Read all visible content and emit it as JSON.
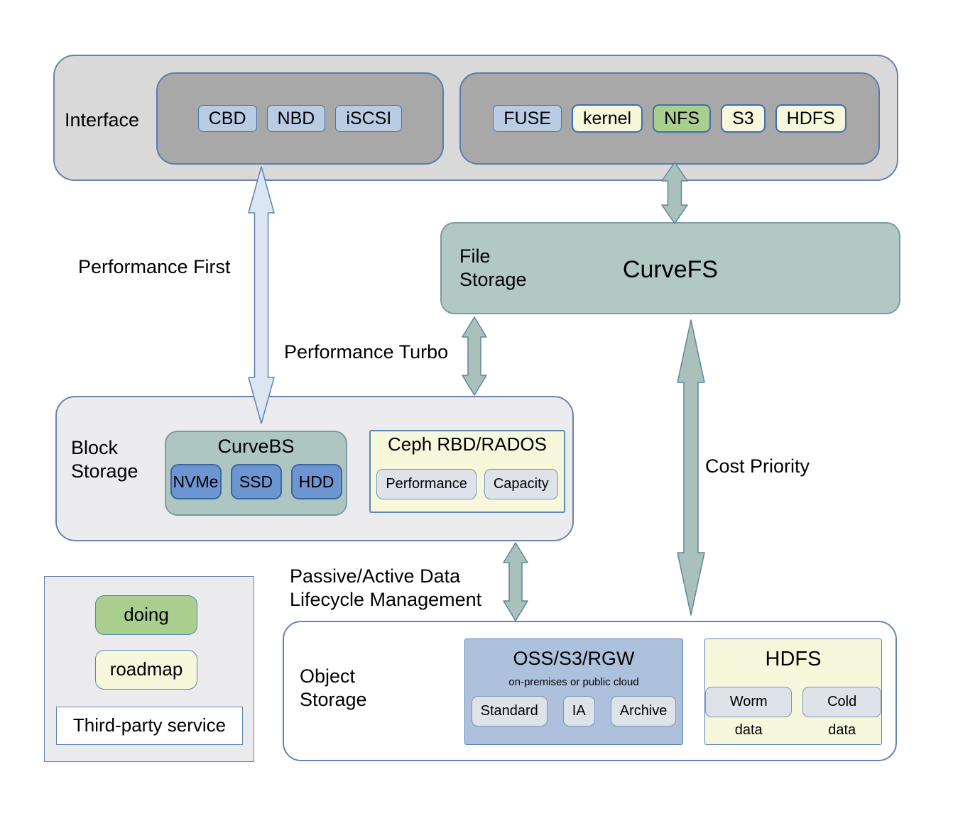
{
  "interface": {
    "label": "Interface",
    "block_chips": [
      "CBD",
      "NBD",
      "iSCSI"
    ],
    "file_chips": [
      "FUSE",
      "kernel",
      "NFS",
      "S3",
      "HDFS"
    ]
  },
  "file_storage": {
    "label": [
      "File",
      "Storage"
    ],
    "title": "CurveFS"
  },
  "block_storage": {
    "label": [
      "Block",
      "Storage"
    ],
    "curvebs": {
      "title": "CurveBS",
      "chips": [
        "NVMe",
        "SSD",
        "HDD"
      ]
    },
    "ceph": {
      "title": "Ceph RBD/RADOS",
      "chips": [
        "Performance",
        "Capacity"
      ]
    }
  },
  "object_storage": {
    "label": [
      "Object",
      "Storage"
    ],
    "oss": {
      "title": "OSS/S3/RGW",
      "subtitle": "on-premises or public cloud",
      "chips": [
        "Standard",
        "IA",
        "Archive"
      ]
    },
    "hdfs": {
      "title": "HDFS",
      "chips": [
        "Worm data",
        "Cold data"
      ]
    }
  },
  "legend": {
    "doing_label": "doing",
    "roadmap_label": "roadmap",
    "third_party_label": "Third-party service"
  },
  "arrows": {
    "performance_first": "Performance First",
    "performance_turbo": "Performance Turbo",
    "cost_priority": "Cost Priority",
    "lifecycle": [
      "Passive/Active Data",
      "Lifecycle Management"
    ]
  },
  "colors": {
    "doing_green": "#a9cf8f",
    "roadmap_yellow": "#f7f7dc",
    "third_party_white": "#ffffff",
    "curve_teal": "#b2c8c3",
    "interface_chip_blue": "#b9cce4",
    "disk_chip_blue": "#6c95d2",
    "oss_blue": "#aec1dc",
    "blue_arrow": "#dce6f2",
    "teal_arrow": "#a9c0bb"
  }
}
